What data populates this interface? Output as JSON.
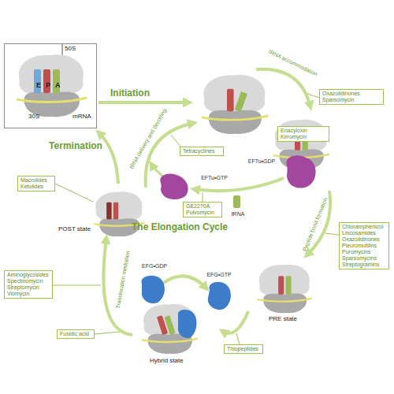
{
  "diagram": {
    "nodes": [
      {
        "text": [
          "50S",
          "E",
          "P",
          "A",
          "30S",
          "mRNA"
        ]
      },
      {
        "text": [
          "Oxazolidinones Sparsomycin"
        ]
      },
      {
        "text": [
          "Enacyloxin Kirromycin"
        ]
      },
      {
        "text": [
          "Tetracyclines"
        ]
      },
      {
        "text": [
          "GE2270A Pulvomycin"
        ]
      },
      {
        "text": [
          "Chloramphenicol Lincosamides Oxazolidinones Pleuromutilins Puromycins Sparsomycins Streptogramins"
        ]
      },
      {
        "text": [
          "Macrolides Ketolides"
        ]
      },
      {
        "text": [
          "POST state"
        ]
      },
      {
        "text": [
          "PRE state"
        ]
      },
      {
        "text": [
          "Hybrid state"
        ]
      },
      {
        "text": [
          "Aminoglycosides Spectinomycin Streptomycin Viomycin"
        ]
      },
      {
        "text": [
          "Fusidic acid"
        ]
      },
      {
        "text": [
          "Thiopeptides"
        ]
      }
    ],
    "edges": [
      {
        "from": 8,
        "to": 9,
        "arrow": "to"
      },
      {
        "from": 9,
        "to": 7,
        "label": "Translocation mediation",
        "arrow": "to"
      }
    ],
    "labels": [
      "Initiation",
      "Termination",
      "The Elongation Cycle",
      "tRNA accommodation",
      "tRNA delivery and decoding",
      "Peptide bond formation",
      "EFTu•GDP",
      "EFTu•GTP",
      "tRNA",
      "EFG•GDP",
      "EFG•GTP"
    ]
  }
}
